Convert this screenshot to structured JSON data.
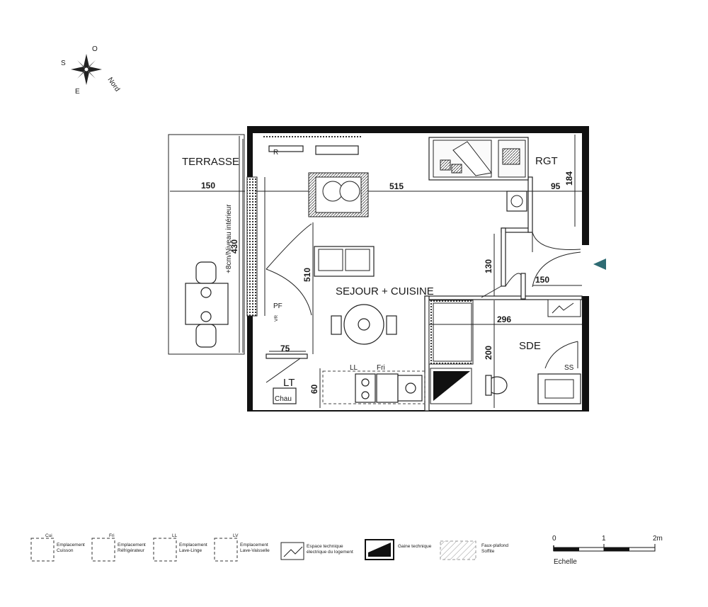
{
  "compass": {
    "north": "Nord",
    "south": "S",
    "east": "E",
    "west": "O"
  },
  "rooms": {
    "terrace": "TERRASSE",
    "rgt": "RGT",
    "living": "SEJOUR + CUISINE",
    "bathroom": "SDE"
  },
  "dimensions": {
    "terrace_width": "150",
    "living_width": "515",
    "rgt_width": "95",
    "rgt_depth": "184",
    "terrace_length": "430",
    "terrace_note": "+8cm/Niveau intérieur",
    "living_depth": "510",
    "corridor_depth": "130",
    "entry_width": "150",
    "bath_width": "296",
    "bath_depth": "200",
    "closet_width": "75",
    "closet_depth": "60"
  },
  "fixtures": {
    "radiator": "R",
    "pf": "PF",
    "vr": "VR",
    "lt": "LT",
    "chau": "Chau",
    "ll": "LL",
    "fri": "Fri",
    "ss": "SS"
  },
  "legend": [
    {
      "code": "Cui",
      "label1": "Emplacement",
      "label2": "Cuisson"
    },
    {
      "code": "Fri",
      "label1": "Emplacement",
      "label2": "Réfrigérateur"
    },
    {
      "code": "LL",
      "label1": "Emplacement",
      "label2": "Lave-Linge"
    },
    {
      "code": "LV",
      "label1": "Emplacement",
      "label2": "Lave-Vaisselle"
    },
    {
      "label1": "Espace technique",
      "label2": "électrique du logement"
    },
    {
      "label1": "Gaine technique",
      "label2": ""
    },
    {
      "label1": "Faux-plafond",
      "label2": "Soffite"
    }
  ],
  "scale": {
    "t0": "0",
    "t1": "1",
    "t2": "2m",
    "label": "Echelle"
  },
  "colors": {
    "entry_arrow": "#2e6b73",
    "walls": "#111111"
  }
}
